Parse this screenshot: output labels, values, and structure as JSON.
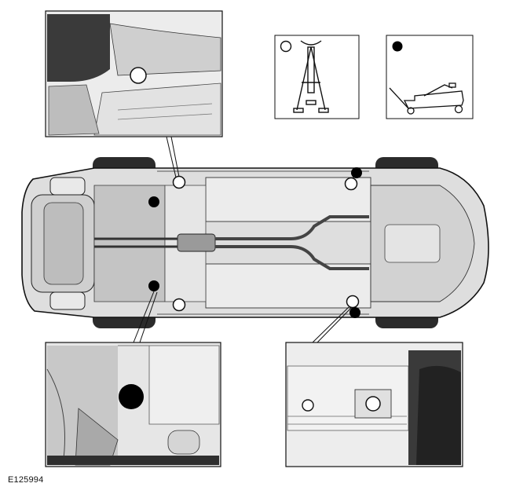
{
  "figure": {
    "reference_code": "E125994"
  },
  "legend": [
    {
      "icon": "open-circle-icon",
      "meaning_icon": "axle-stand-icon",
      "marker_style": "open"
    },
    {
      "icon": "filled-circle-icon",
      "meaning_icon": "trolley-jack-icon",
      "marker_style": "filled"
    }
  ],
  "colors": {
    "line": "#1a1a1a",
    "panel_fill": "#ededed",
    "body_fill": "#d9d9d9",
    "tire_fill": "#2a2a2a",
    "marker_filled": "#000000",
    "marker_open": "#ffffff"
  },
  "markers": {
    "open_points": [
      "front-left-stand-point",
      "front-right-stand-point",
      "rear-left-stand-point",
      "rear-right-stand-point"
    ],
    "filled_points": [
      "front-left-jack-point",
      "front-right-jack-point",
      "rear-left-jack-point",
      "rear-right-jack-point"
    ]
  }
}
